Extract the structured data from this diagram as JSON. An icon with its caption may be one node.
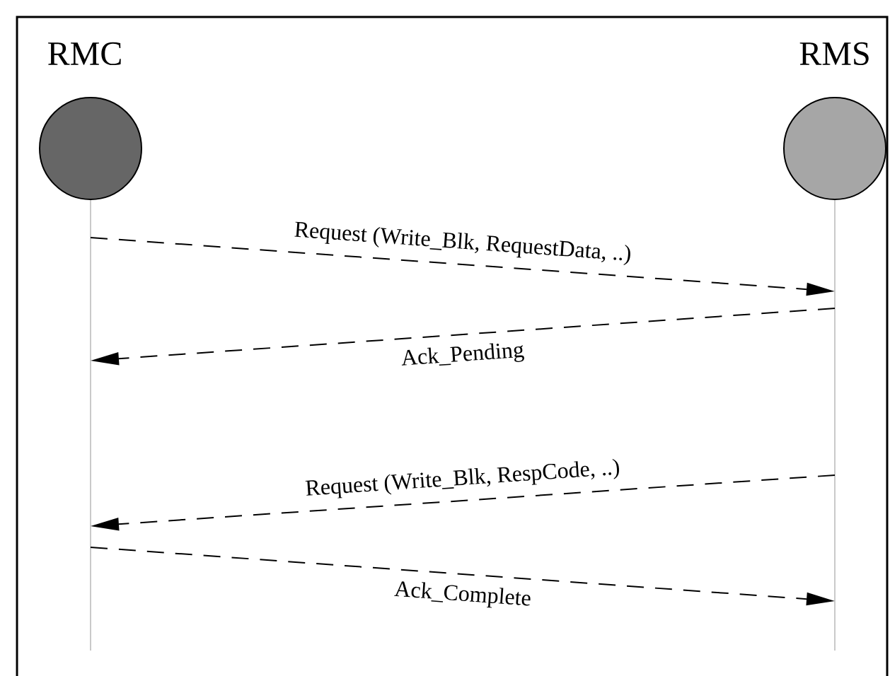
{
  "diagram": {
    "nodes": [
      {
        "text": [
          "RMC"
        ]
      },
      {
        "text": [
          "RMS"
        ]
      }
    ],
    "edges": [
      {
        "from": 0,
        "to": 1,
        "arrow": "to",
        "label": "Request (Write_Blk, RequestData, ..)",
        "style": "dashed"
      },
      {
        "from": 1,
        "to": 0,
        "arrow": "to",
        "label": "Ack_Pending",
        "style": "dashed"
      },
      {
        "from": 1,
        "to": 0,
        "arrow": "to",
        "label": "Request (Write_Blk, RespCode, ..)",
        "style": "dashed"
      },
      {
        "from": 0,
        "to": 1,
        "arrow": "to",
        "label": "Ack_Complete",
        "style": "dashed"
      }
    ]
  }
}
